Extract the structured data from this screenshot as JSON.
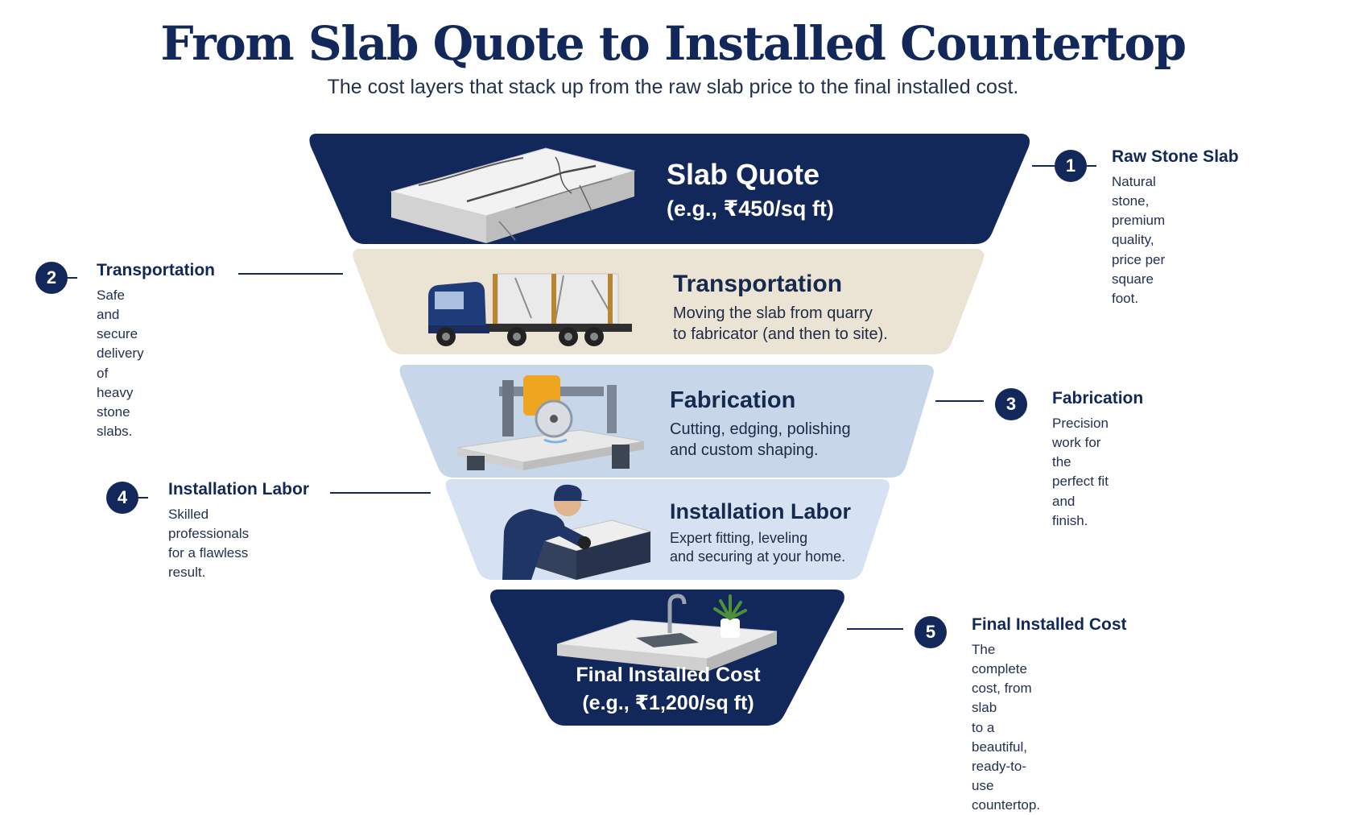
{
  "header": {
    "title": "From Slab Quote to Installed Countertop",
    "subtitle": "The cost layers that stack up from the raw slab price to the final installed cost."
  },
  "stages": [
    {
      "heading": "Slab Quote",
      "body": "(e.g., ₹450/sq ft)",
      "icon": "marble-slab-icon"
    },
    {
      "heading": "Transportation",
      "body": "Moving the slab from quarry\nto fabricator (and then to site).",
      "icon": "truck-icon"
    },
    {
      "heading": "Fabrication",
      "body": "Cutting, edging, polishing\nand custom shaping.",
      "icon": "saw-machine-icon"
    },
    {
      "heading": "Installation Labor",
      "body": "Expert fitting, leveling\nand securing at your home.",
      "icon": "worker-icon"
    },
    {
      "heading": "Final Installed Cost",
      "body": "(e.g., ₹1,200/sq ft)",
      "icon": "kitchen-counter-icon"
    }
  ],
  "callouts": [
    {
      "number": "1",
      "title": "Raw Stone Slab",
      "desc": "Natural stone, premium quality,\nprice per square foot."
    },
    {
      "number": "2",
      "title": "Transportation",
      "desc": "Safe and secure delivery\nof heavy stone slabs."
    },
    {
      "number": "3",
      "title": "Fabrication",
      "desc": "Precision work for the\nperfect fit and finish."
    },
    {
      "number": "4",
      "title": "Installation Labor",
      "desc": "Skilled professionals\nfor a flawless result."
    },
    {
      "number": "5",
      "title": "Final Installed Cost",
      "desc": "The complete cost, from slab\nto a beautiful, ready-to-use countertop."
    }
  ],
  "colors": {
    "navy": "#13285a",
    "beige": "#ebe3d3",
    "light_blue": "#c7d6e9",
    "pale_blue": "#d6e2f1",
    "white": "#ffffff"
  }
}
